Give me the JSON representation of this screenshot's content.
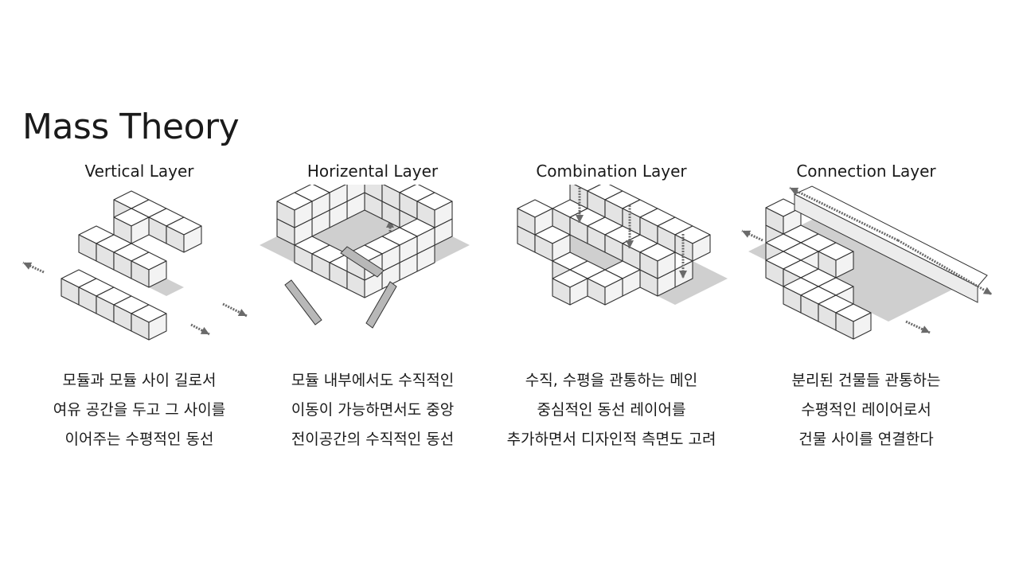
{
  "title": "Mass Theory",
  "panels": [
    {
      "heading": "Vertical Layer",
      "lines": [
        "모듈과 모듈 사이 길로서",
        "여유 공간을 두고 그 사이를",
        "이어주는 수평적인 동선"
      ]
    },
    {
      "heading": "Horizental Layer",
      "lines": [
        "모듈 내부에서도 수직적인",
        "이동이 가능하면서도  중앙",
        "전이공간의 수직적인 동선"
      ]
    },
    {
      "heading": "Combination Layer",
      "lines": [
        "수직, 수평을 관통하는 메인",
        "중심적인 동선 레이어를",
        "추가하면서 디자인적 측면도 고려"
      ]
    },
    {
      "heading": "Connection Layer",
      "lines": [
        "분리된 건물들 관통하는",
        "수평적인 레이어로서",
        "건물 사이를 연결한다"
      ]
    }
  ],
  "colors": {
    "cube_top": "#ffffff",
    "cube_left": "#e4e4e4",
    "cube_right": "#f3f3f3",
    "edge": "#333333",
    "shadow": "#cfcfcf",
    "arrow": "#6a6a6a"
  }
}
